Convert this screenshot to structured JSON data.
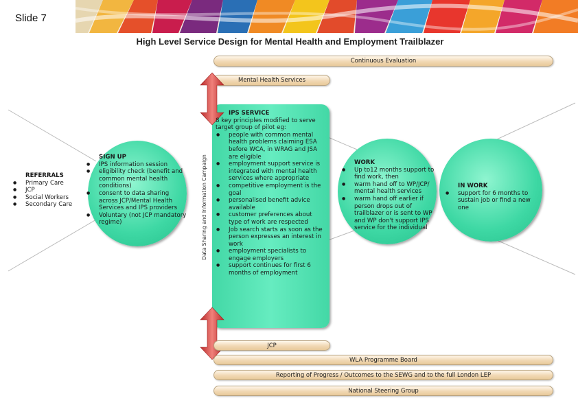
{
  "slide_label": "Slide 7",
  "title": "High Level Service Design for Mental Health and Employment Trailblazer",
  "bars": {
    "continuous_evaluation": "Continuous Evaluation",
    "mental_health_services": "Mental Health Services",
    "jcp": "JCP",
    "wla_board": "WLA Programme Board",
    "reporting": "Reporting of Progress / Outcomes to the SEWG and to the full London LEP",
    "national_steering": "National Steering Group"
  },
  "side_label": "Data Sharing and Information Campaign",
  "referrals": {
    "title": "REFERRALS",
    "items": [
      "Primary Care",
      "JCP",
      "Social Workers",
      "Secondary Care"
    ]
  },
  "sign_up": {
    "title": "SIGN UP",
    "items": [
      "IPS information session",
      "eligibility check (benefit and common mental health conditions)",
      "consent to data sharing across JCP/Mental Health Services and IPS providers",
      "Voluntary (not JCP mandatory regime)"
    ]
  },
  "ips": {
    "title": "IPS SERVICE",
    "intro": "8 key principles modified to serve target group of pilot eg:",
    "items": [
      "people with common mental health problems claiming ESA before WCA, in WRAG and JSA are eligible",
      "employment support service is integrated with mental health services where appropriate",
      "competitive employment is the goal",
      "personalised benefit advice available",
      "customer preferences about type of work are respected",
      "Job search starts as soon as the person expresses an interest in work",
      "employment specialists to engage employers",
      "support continues for first 6 months of employment"
    ]
  },
  "work": {
    "title": "WORK",
    "items": [
      "Up to12 months support to find work, then",
      "warm hand off to WP/JCP/ mental health services",
      "warm hand off earlier if person drops out of trailblazer or is sent to WP and WP don't support IPS service for the individual"
    ]
  },
  "in_work": {
    "title": "IN WORK",
    "items": [
      "support for 6 months to sustain job or find a new one"
    ]
  },
  "colors": {
    "circle_green": "#3ed8a4",
    "arrow_red": "#d9534f",
    "bar_fill": "#f1d8b4"
  }
}
